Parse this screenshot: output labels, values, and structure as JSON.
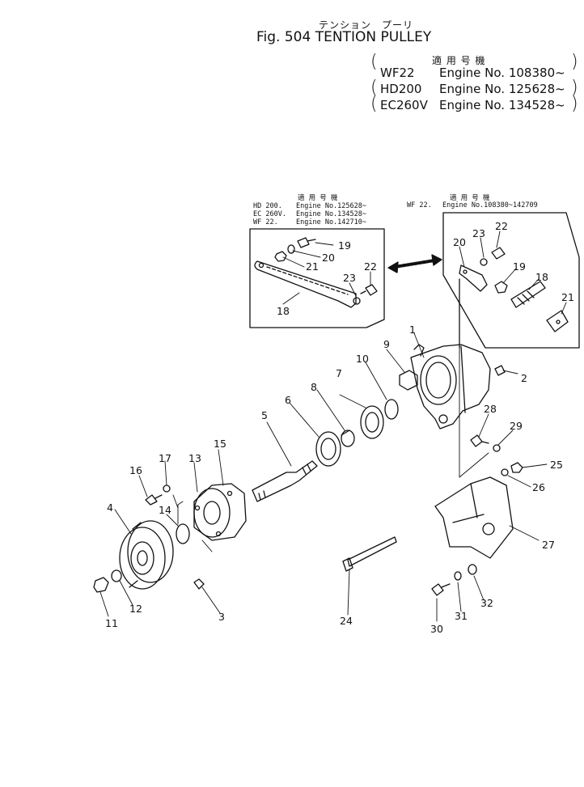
{
  "header": {
    "kana_title": "テンション　プーリ",
    "figure_title": "Fig. 504  TENTION  PULLEY",
    "applicability_kanji": "適 用 号 機",
    "applicability": [
      {
        "model": "WF22",
        "engine": "Engine  No. 108380~"
      },
      {
        "model": "HD200",
        "engine": "Engine  No. 125628~"
      },
      {
        "model": "EC260V",
        "engine": "Engine  No. 134528~"
      }
    ]
  },
  "left_inset": {
    "kanji": "適 用 号 機",
    "rows": [
      {
        "model": "HD 200.",
        "engine": "Engine No.125628~"
      },
      {
        "model": "EC 260V.",
        "engine": "Engine No.134528~"
      },
      {
        "model": "WF 22.",
        "engine": "Engine No.142710~"
      }
    ]
  },
  "right_inset": {
    "kanji": "適 用 号 機",
    "rows": [
      {
        "model": "WF 22.",
        "engine": "Engine No.108380~142709"
      }
    ]
  },
  "callouts": [
    "1",
    "2",
    "3",
    "4",
    "5",
    "6",
    "7",
    "8",
    "9",
    "10",
    "11",
    "12",
    "13",
    "14",
    "15",
    "16",
    "17",
    "18",
    "19",
    "20",
    "21",
    "22",
    "23",
    "24",
    "25",
    "26",
    "27",
    "28",
    "29",
    "30",
    "31",
    "32"
  ],
  "inset_callouts": {
    "left": [
      "19",
      "20",
      "21",
      "22",
      "23",
      "18"
    ],
    "right": [
      "20",
      "23",
      "22",
      "19",
      "18",
      "21"
    ]
  }
}
